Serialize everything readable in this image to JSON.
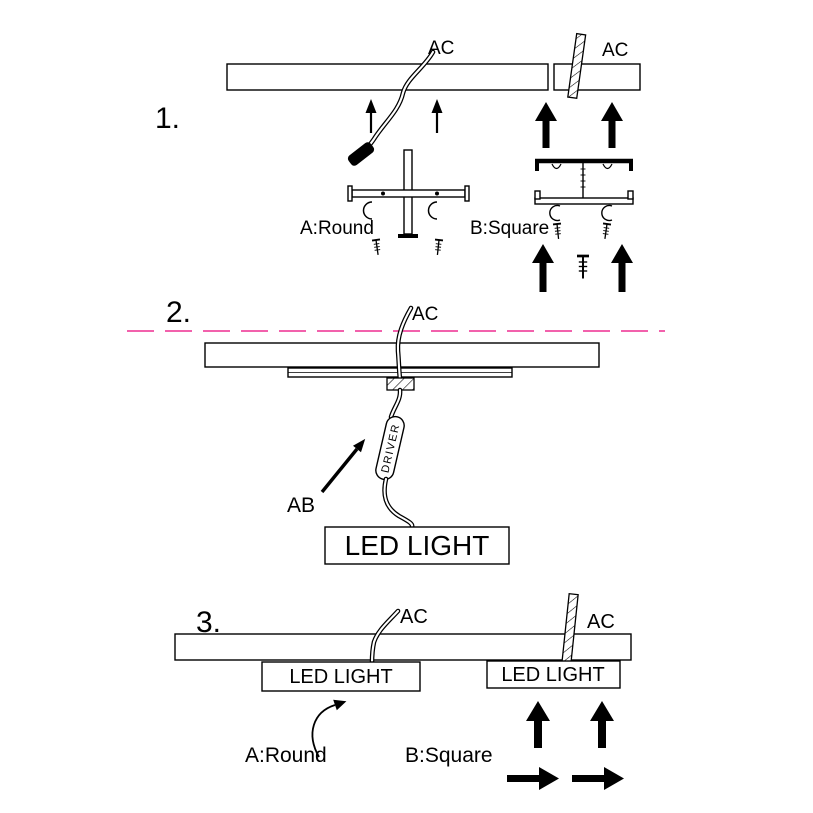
{
  "colors": {
    "line": "#000000",
    "dashed_line": "#ed2d90",
    "background": "#ffffff"
  },
  "steps": {
    "step1": {
      "number": "1.",
      "ac_left": "AC",
      "ac_right": "AC",
      "label_round": "A:Round",
      "label_square": "B:Square"
    },
    "step2": {
      "number": "2.",
      "ac": "AC",
      "driver": "DRIVER",
      "ab": "AB",
      "led": "LED LIGHT"
    },
    "step3": {
      "number": "3.",
      "ac_left": "AC",
      "ac_right": "AC",
      "led_left": "LED LIGHT",
      "led_right": "LED LIGHT",
      "label_round": "A:Round",
      "label_square": "B:Square"
    }
  }
}
